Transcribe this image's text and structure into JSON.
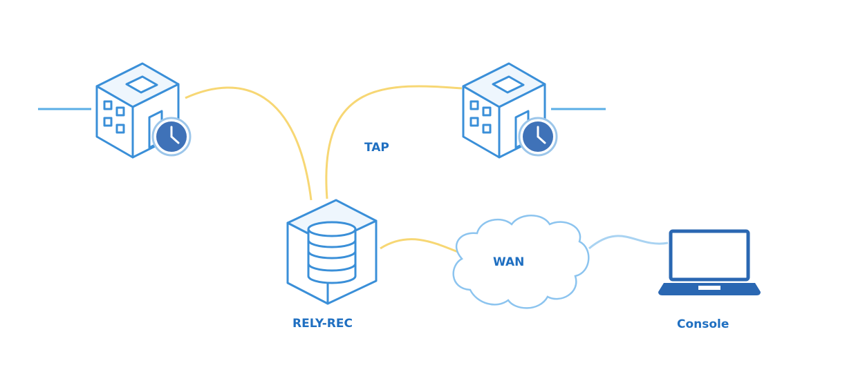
{
  "labels": {
    "tap": "TAP",
    "wan": "WAN",
    "recorder": "RELY-REC",
    "console": "Console"
  },
  "colors": {
    "device_stroke": "#3a8fd8",
    "device_fill": "#eef6fd",
    "clock_fill": "#3f72b8",
    "tap_link": "#f7d774",
    "network_link": "#5aaee6",
    "cloud_stroke": "#8cc4ef",
    "label_text": "#1f6fc1",
    "laptop": "#2a67b2"
  }
}
